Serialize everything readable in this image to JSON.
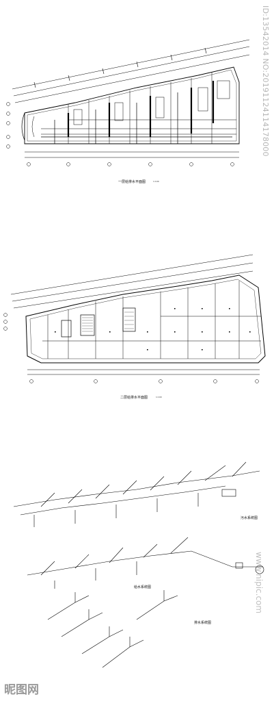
{
  "drawings": {
    "plan1": {
      "title": "一层给排水平面图",
      "scale": "1:100"
    },
    "plan2": {
      "title": "二层给排水平面图",
      "scale": "1:100"
    },
    "sys_sewage": {
      "title": "污水系统图"
    },
    "sys_water": {
      "title": "给水系统图"
    },
    "sys_drain": {
      "title": "排水系统图"
    }
  },
  "watermark": {
    "id_text": "ID:13542014 NO:20191124114178000",
    "logo": "昵图网",
    "url": "www.nipic.com"
  }
}
